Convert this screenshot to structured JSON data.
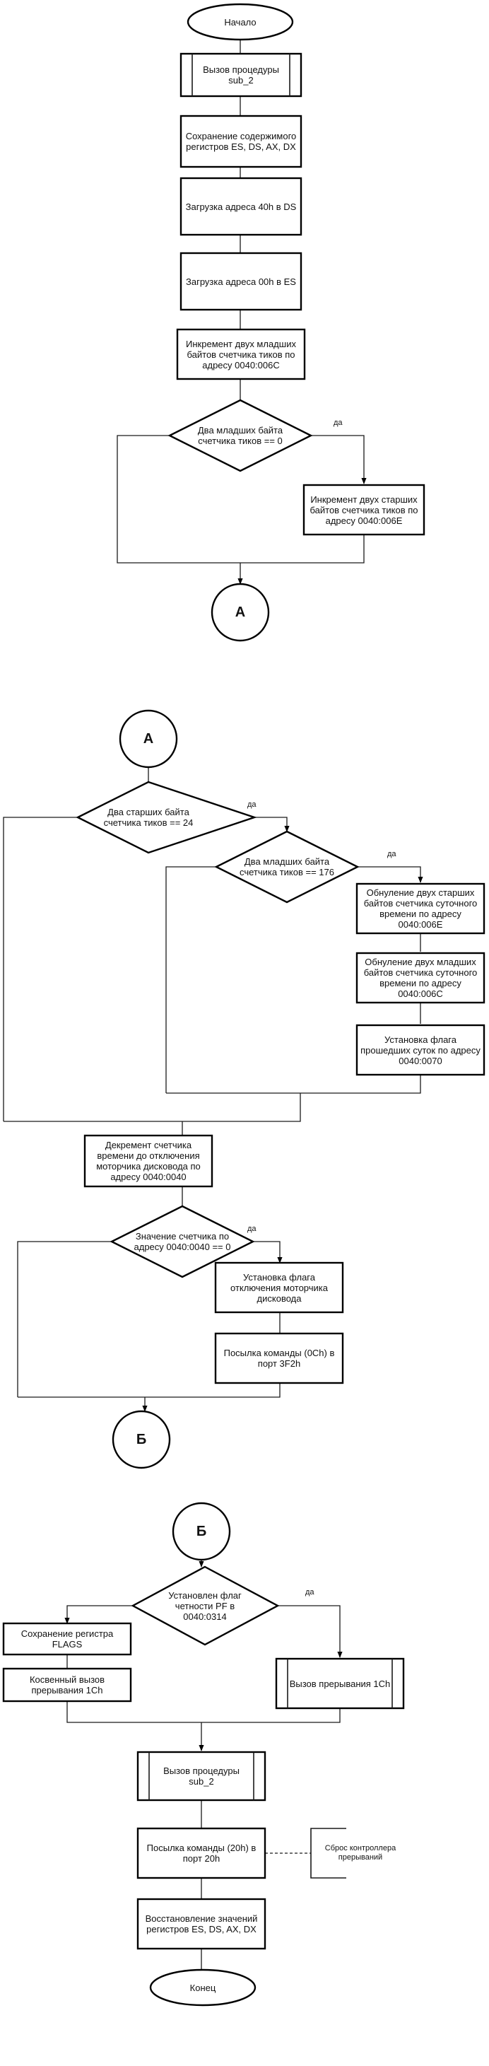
{
  "flow": {
    "start": "Начало",
    "call_sub2": "Вызов процедуры sub_2",
    "save_regs": "Сохранение содержимого регистров ES, DS, AX, DX",
    "load_40h_ds": "Загрузка адреса 40h в DS",
    "load_00h_es": "Загрузка адреса 00h в ES",
    "inc_low": "Инкремент двух младших байтов счетчика тиков по адресу 0040:006C",
    "dec_low_zero": "Два младших байта счетчика тиков == 0",
    "inc_high": "Инкремент двух старших байтов счетчика тиков по адресу 0040:006E",
    "conn_a_out": "А",
    "conn_a_in": "А",
    "dec_high_24": "Два старших байта счетчика тиков == 24",
    "dec_low_176": "Два младших байта счетчика тиков == 176",
    "reset_high": "Обнуление двух старших байтов счетчика суточного времени по адресу 0040:006E",
    "reset_low": "Обнуление двух младших байтов счетчика суточного времени по адресу 0040:006C",
    "set_day_flag": "Установка флага прошедших суток по адресу 0040:0070",
    "dec_motor": "Декремент счетчика времени до отключения моторчика дисковода по адресу 0040:0040",
    "dec_counter_zero": "Значение счетчика по адресу 0040:0040 == 0",
    "set_motor_flag": "Установка флага отключения моторчика дисковода",
    "send_0ch": "Посылка команды (0Ch) в порт 3F2h",
    "conn_b_out": "Б",
    "conn_b_in": "Б",
    "dec_pf": "Установлен флаг четности PF в 0040:0314",
    "save_flags": "Сохранение регистра FLAGS",
    "indirect_1ch": "Косвенный вызов прерывания 1Ch",
    "call_1ch": "Вызов прерывания 1Ch",
    "call_sub2_2": "Вызов процедуры sub_2",
    "send_20h": "Посылка команды (20h) в порт 20h",
    "reset_ctrl_note": "Сброс контроллера прерываний",
    "restore_regs": "Восстановление значений регистров ES, DS, AX, DX",
    "end": "Конец",
    "yes_label": "да"
  }
}
